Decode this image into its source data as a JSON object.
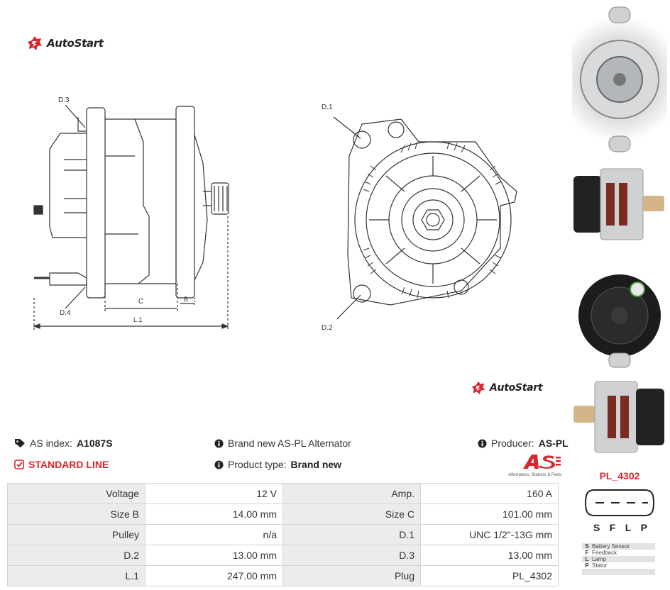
{
  "brand": {
    "name": "AutoStart"
  },
  "drawing_labels": {
    "d3": "D.3",
    "d4": "D.4",
    "c": "C",
    "b": "B",
    "l1": "L.1",
    "d1": "D.1",
    "d2": "D.2"
  },
  "info": {
    "as_index_label": "AS index:",
    "as_index_value": "A1087S",
    "standard_line": "STANDARD LINE",
    "brand_new_text": "Brand new AS-PL Alternator",
    "product_type_label": "Product type:",
    "product_type_value": "Brand new",
    "producer_label": "Producer:",
    "producer_value": "AS-PL",
    "as_logo_caption": "Alternators, Starters & Parts"
  },
  "specs": [
    {
      "label": "Voltage",
      "value": "12 V",
      "label2": "Amp.",
      "value2": "160 A"
    },
    {
      "label": "Size B",
      "value": "14.00 mm",
      "label2": "Size C",
      "value2": "101.00 mm"
    },
    {
      "label": "Pulley",
      "value": "n/a",
      "label2": "D.1",
      "value2": "UNC 1/2\"-13G mm"
    },
    {
      "label": "D.2",
      "value": "13.00 mm",
      "label2": "D.3",
      "value2": "13.00 mm"
    },
    {
      "label": "L.1",
      "value": "247.00 mm",
      "label2": "Plug",
      "value2": "PL_4302"
    }
  ],
  "plug": {
    "title": "PL_4302",
    "pins": [
      "S",
      "F",
      "L",
      "P"
    ],
    "legend": [
      {
        "key": "S",
        "desc": "Battery Sensor"
      },
      {
        "key": "F",
        "desc": "Feedback"
      },
      {
        "key": "L",
        "desc": "Lamp"
      },
      {
        "key": "P",
        "desc": "Stator"
      }
    ]
  },
  "icons": {
    "tag": "tag-icon",
    "check": "check-square-icon",
    "info": "info-circle-icon"
  },
  "colors": {
    "accent": "#d9262c",
    "label_bg": "#ececec",
    "border": "#d4d4d4"
  }
}
